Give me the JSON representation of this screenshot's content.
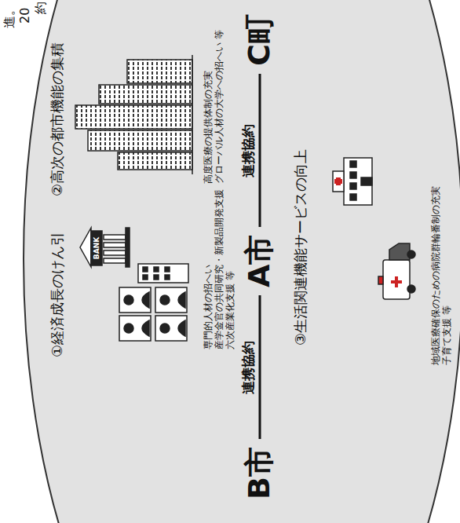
{
  "diagram": {
    "nodes": [
      {
        "text": [
          "①経済成長のけん引",
          "専門的人材の招へい",
          "産学金官の共同研究・新製品開発支援",
          "六次産業化支援 等",
          "②高次の都市機能の集積",
          "高度医療の提供体制の充実",
          "グローバル人材の大学への招へい 等",
          "③生活関連機能サービスの向上",
          "地域医療確保のための病院群輪番制の充実",
          "子育て支援 等"
        ]
      },
      {
        "text": [
          "B市"
        ],
        "in": 0
      },
      {
        "text": [
          "A市"
        ],
        "in": 0
      },
      {
        "text": [
          "C町"
        ],
        "in": 0
      }
    ],
    "edges": [
      {
        "from": 1,
        "to": 2,
        "arrow": "none",
        "label": "連携協約"
      },
      {
        "from": 2,
        "to": 3,
        "arrow": "none",
        "label": "連携協約"
      }
    ],
    "labels": [
      "進。",
      "20",
      "約",
      "BANK"
    ]
  }
}
